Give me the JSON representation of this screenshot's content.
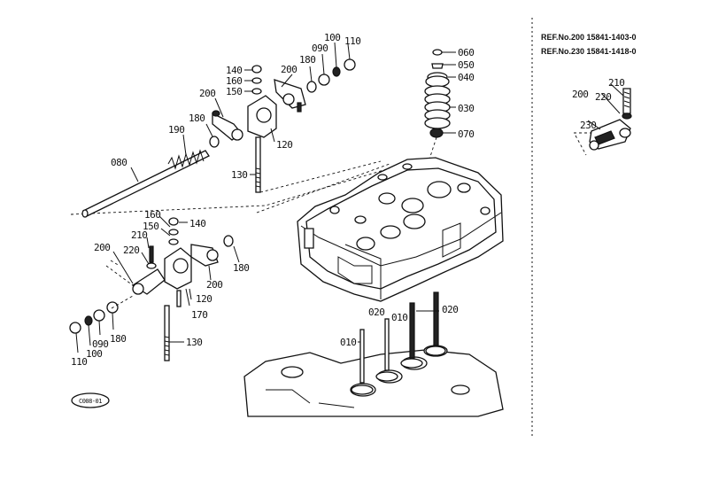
{
  "ref_notes": [
    "REF.No.200  15841-1403-0",
    "REF.No.230  15841-1418-0"
  ],
  "code_tag": "C008-01",
  "labels_top_right": [
    "060",
    "050",
    "040",
    "030",
    "070"
  ],
  "labels_upper_rocker": [
    "140",
    "160",
    "150",
    "200",
    "180",
    "090",
    "100",
    "110",
    "200",
    "180",
    "190",
    "080",
    "120",
    "130"
  ],
  "labels_lower_rocker": [
    "160",
    "150",
    "140",
    "210",
    "220",
    "200",
    "200",
    "180",
    "120",
    "170",
    "130",
    "110",
    "100",
    "090",
    "180"
  ],
  "labels_valves": [
    "020",
    "010",
    "020",
    "010"
  ],
  "labels_inset": [
    "210",
    "200",
    "220",
    "230"
  ]
}
